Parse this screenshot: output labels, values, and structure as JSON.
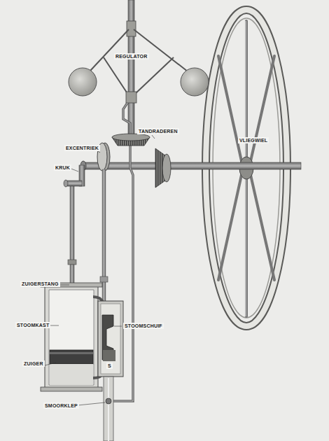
{
  "diagram": {
    "labels": [
      "REGULATOR",
      "TANDRADEREN",
      "VLIEGWIEL",
      "EXCENTRIEK",
      "KRUK",
      "ZUIGERSTANG",
      "STOOMKAST",
      "STOOMSCHUIF",
      "ZUIGER",
      "S",
      "SMOORKLEP"
    ]
  }
}
